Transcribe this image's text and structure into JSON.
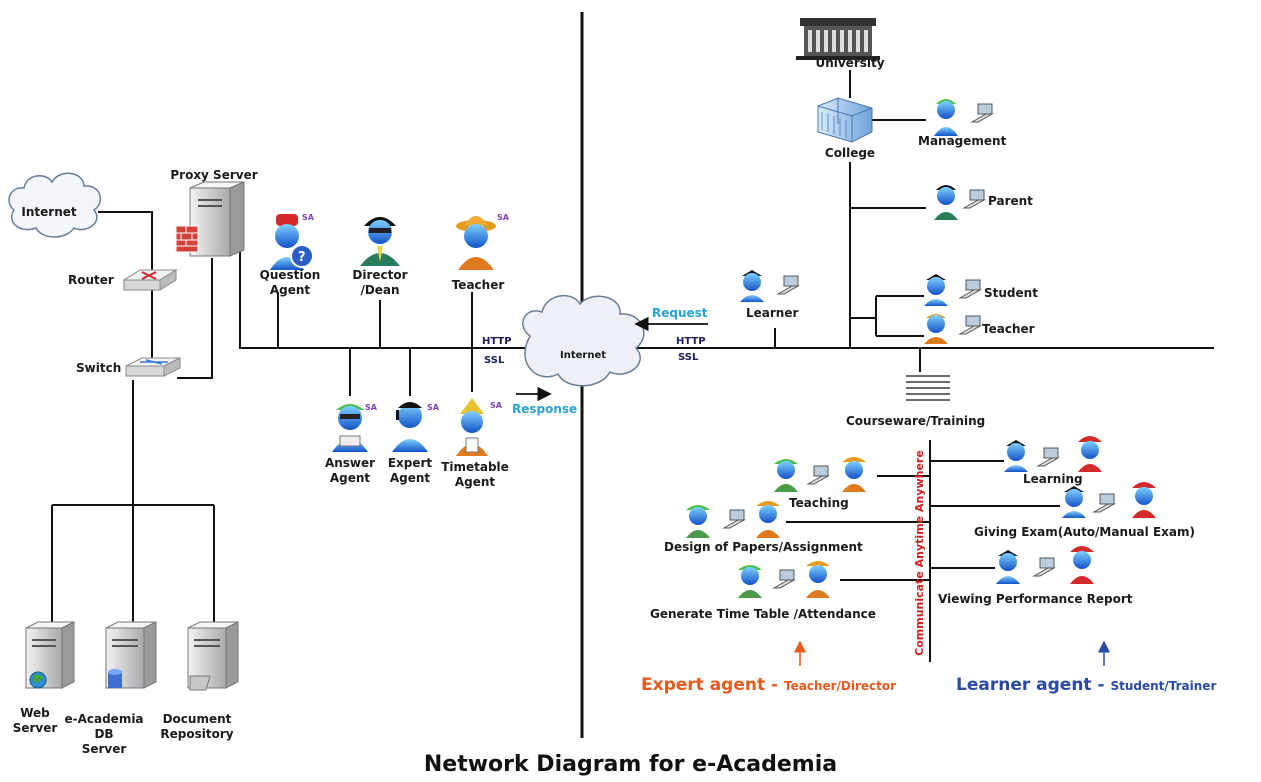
{
  "title": "Network Diagram for e-Academia",
  "left": {
    "internet": "Internet",
    "router": "Router",
    "switch": "Switch",
    "proxy": "Proxy Server",
    "web_server": [
      "Web",
      "Server"
    ],
    "db_server": [
      "e-Academia",
      "DB",
      "Server"
    ],
    "doc_repo": [
      "Document",
      "Repository"
    ]
  },
  "agents": {
    "question": [
      "Question",
      "Agent"
    ],
    "director": [
      "Director",
      "/Dean"
    ],
    "teacher": "Teacher",
    "answer": [
      "Answer",
      "Agent"
    ],
    "expert": [
      "Expert",
      "Agent"
    ],
    "timetable": [
      "Timetable",
      "Agent"
    ],
    "sa": "SA"
  },
  "middle": {
    "internet": "Internet",
    "http": "HTTP",
    "ssl": "SSL",
    "response": "Response",
    "request": "Request"
  },
  "right": {
    "university": "University",
    "college": "College",
    "management": "Management",
    "parent": "Parent",
    "student": "Student",
    "teacher": "Teacher",
    "learner": "Learner",
    "courseware": "Courseware/Training",
    "vertical": "Communicate Anytime Anywhere",
    "teaching": "Teaching",
    "design": "Design of Papers/Assignment",
    "generate": "Generate Time Table /Attendance",
    "learning": "Learning",
    "giving_exam": "Giving Exam(Auto/Manual Exam)",
    "viewing": "Viewing Performance Report",
    "expert_agent": "Expert agent - ",
    "expert_roles": "Teacher/Director",
    "learner_agent": "Learner agent - ",
    "learner_roles": "Student/Trainer"
  },
  "colors": {
    "accent_blue": "#27a3d6",
    "expert": "#e8591e",
    "learner": "#2a4aa6",
    "vertical_text": "#d42020"
  }
}
